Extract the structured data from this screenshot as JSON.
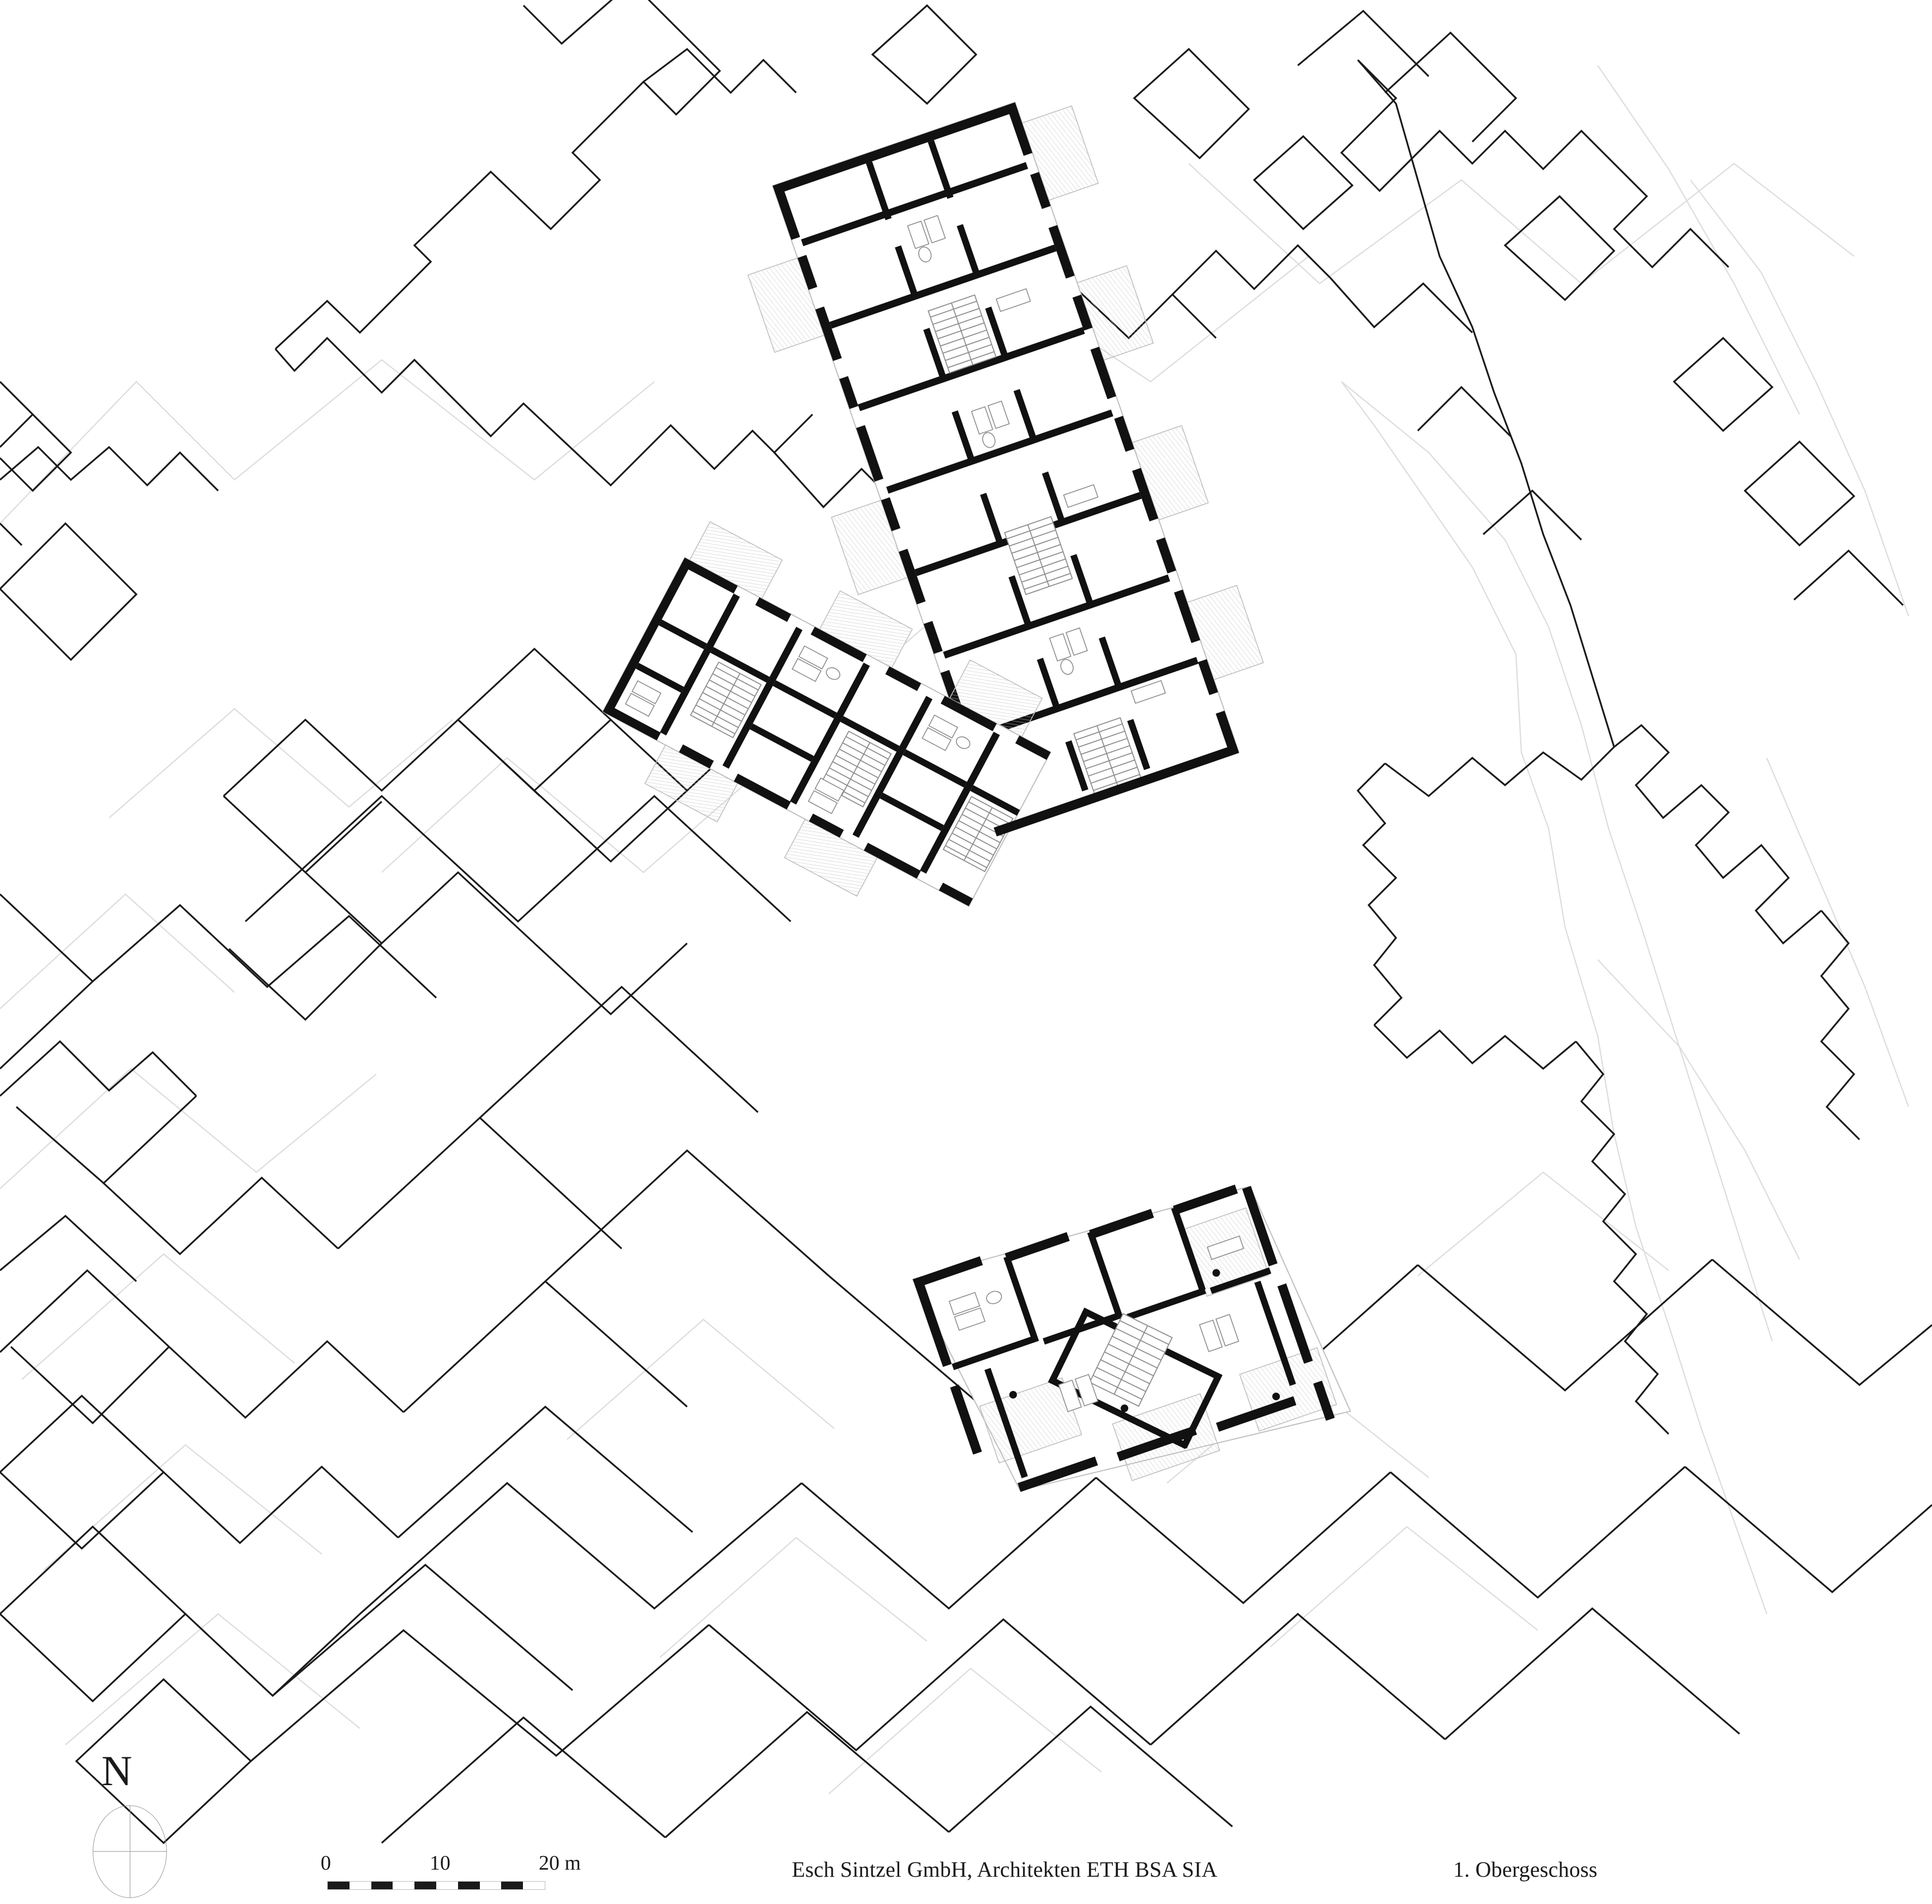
{
  "drawing": {
    "type": "architectural-site-plan",
    "title_block": {
      "architect": "Esch Sintzel GmbH, Architekten ETH BSA SIA",
      "floor_label": "1. Obergeschoss"
    },
    "north_arrow": {
      "letter": "N",
      "icon": "compass-crosshair"
    },
    "scale_bar": {
      "unit_label": "20 m",
      "ticks": [
        "0",
        "10",
        "20 m"
      ],
      "tick_zero": "0",
      "tick_mid": "10",
      "tick_end": "20 m",
      "segments": 10,
      "segment_meters": 2,
      "total_meters": 20
    },
    "colors": {
      "paper": "#ffffff",
      "wall_poche": "#111111",
      "context_outline": "#1a1a1a",
      "parcel_line": "#d8d8d8",
      "furniture_line": "#6e6e6e",
      "balcony_hatch": "#c8c8c8"
    },
    "plan_rotation_deg": -19,
    "buildings": [
      {
        "name": "north-east-wing",
        "description": "long residential bar, upper right"
      },
      {
        "name": "west-wing",
        "description": "long residential bar, upper left"
      },
      {
        "name": "south-block",
        "description": "angled corner block, lower centre"
      }
    ]
  }
}
